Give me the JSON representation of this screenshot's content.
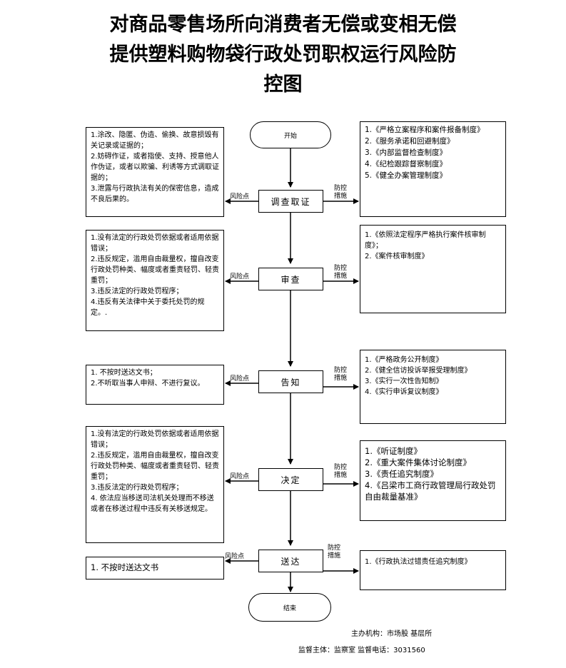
{
  "title": {
    "lines": [
      "对商品零售场所向消费者无偿或变相无偿",
      "提供塑料购物袋行政处罚职权运行风险防",
      "控图"
    ]
  },
  "terminals": {
    "start": "开始",
    "end": "结束"
  },
  "labels": {
    "risk": "风险点",
    "prevent_l1": "防控",
    "prevent_l2": "措施"
  },
  "steps": [
    {
      "name": "调查取证",
      "risks": [
        "1.涂改、隐匿、伪造、偷换、故意损毁有关记录或证据的；",
        "2.妨碍作证，或者指使、支持、授意他人作伪证，或者以欺骗、利诱等方式调取证据的；",
        "3.泄露与行政执法有关的保密信息，造成不良后果的。"
      ],
      "measures": [
        "1.《严格立案程序和案件报备制度》",
        "2.《服务承诺和回避制度》",
        "3.《内部监督检查制度》",
        "4.《纪检跟踪督察制度》",
        "5.《健全办案管理制度》"
      ]
    },
    {
      "name": "审查",
      "risks": [
        "1.没有法定的行政处罚依据或者适用依据错误；",
        "2.违反规定，滥用自由裁量权，擅自改变行政处罚种类、幅度或者重责轻罚、轻责重罚；",
        "3.违反法定的行政处罚程序；",
        "4.违反有关法律中关于委托处罚的规定。."
      ],
      "measures": [
        "1.《依照法定程序严格执行案件核审制度》；",
        "2.《案件核审制度》"
      ]
    },
    {
      "name": "告知",
      "risks": [
        "1. 不按时送达文书；",
        "2.不听取当事人申辩、不进行复议。"
      ],
      "measures": [
        "1.《严格政务公开制度》",
        "2.《健全信访投诉举报受理制度》",
        "3.《实行一次性告知制》",
        "4.《实行申诉复议制度》"
      ]
    },
    {
      "name": "决定",
      "risks": [
        "1.没有法定的行政处罚依据或者适用依据错误；",
        "2.违反规定，滥用自由裁量权，擅自改变行政处罚种类、幅度或者重责轻罚、轻责重罚；",
        "3.违反法定的行政处罚程序；",
        "4. 依法应当移送司法机关处理而不移送或者在移送过程中违反有关移送规定。"
      ],
      "measures": [
        "1.《听证制度》",
        "2.《重大案件集体讨论制度》",
        "3.《责任追究制度》",
        "4.《吕梁市工商行政管理局行政处罚自由裁量基准》"
      ]
    },
    {
      "name": "送达",
      "risks": [
        "1. 不按时送达文书"
      ],
      "measures": [
        "1.《行政执法过错责任追究制度》"
      ]
    }
  ],
  "footer": {
    "line1": "主办机构：市场股   基层所",
    "line2": "监督主体：监察室   监督电话：3031560"
  }
}
